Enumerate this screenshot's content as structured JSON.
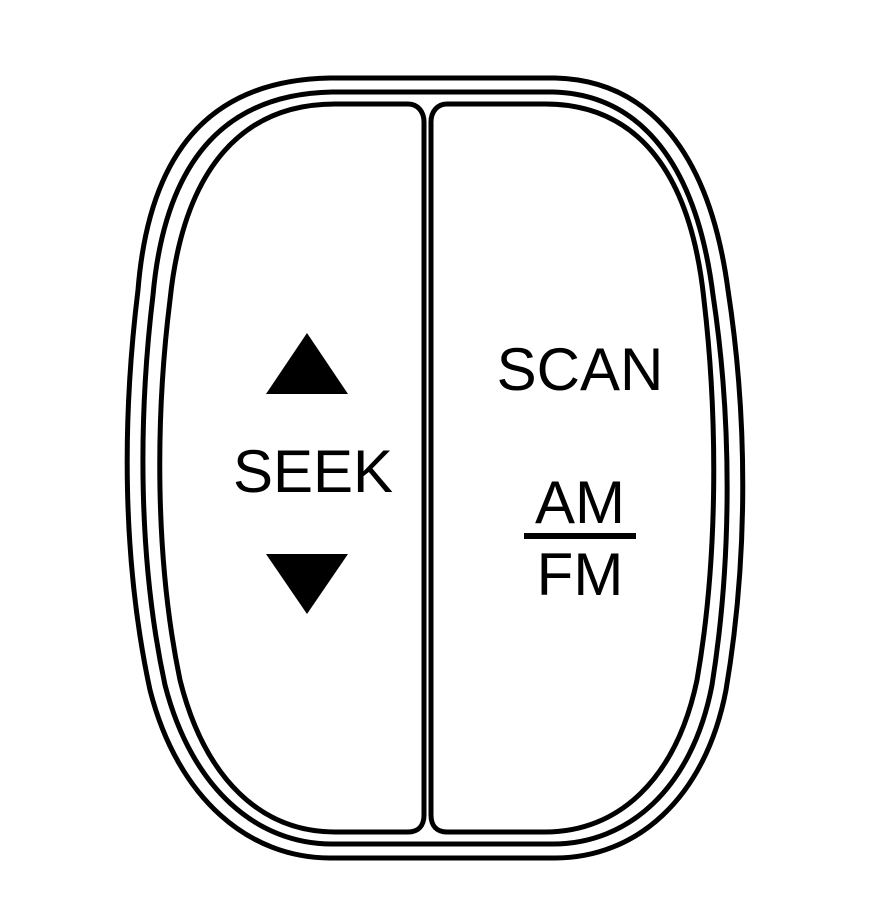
{
  "seek_button": {
    "label": "SEEK",
    "up_icon": "triangle-up-icon",
    "down_icon": "triangle-down-icon"
  },
  "right_button": {
    "scan_label": "SCAN",
    "band_top_label": "AM",
    "band_bottom_label": "FM"
  },
  "colors": {
    "stroke": "#000000",
    "fill": "#ffffff"
  }
}
